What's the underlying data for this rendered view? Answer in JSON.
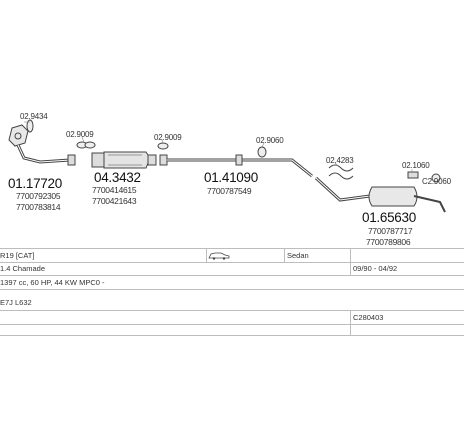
{
  "parts": {
    "p1_small": "02.9434",
    "p1_big": "01.17720",
    "p1_codes": [
      "7700792305",
      "7700783814"
    ],
    "p2_small": "02.9009",
    "p2_big": "04.3432",
    "p2_codes": [
      "7700414615",
      "7700421643"
    ],
    "p3_small": "02.9009",
    "p3_big": "01.41090",
    "p3_codes": [
      "7700787549"
    ],
    "p4_small": "02.9060",
    "p5_small": "02.4283",
    "p6_small": "02.1060",
    "p7_small": "C2.9060",
    "p7_big": "01.65630",
    "p7_codes": [
      "7700787717",
      "7700789806"
    ]
  },
  "table": {
    "r1_model": "R19 [CAT]",
    "r1_body": "Sedan",
    "r2_version": "1.4 Chamade",
    "r2_dates": "09/90 - 04/92",
    "r3_engine": "1397 cc, 60 HP, 44 KW MPC0 -",
    "r4_code": "E7J L632",
    "r5_ref": "C280403"
  }
}
